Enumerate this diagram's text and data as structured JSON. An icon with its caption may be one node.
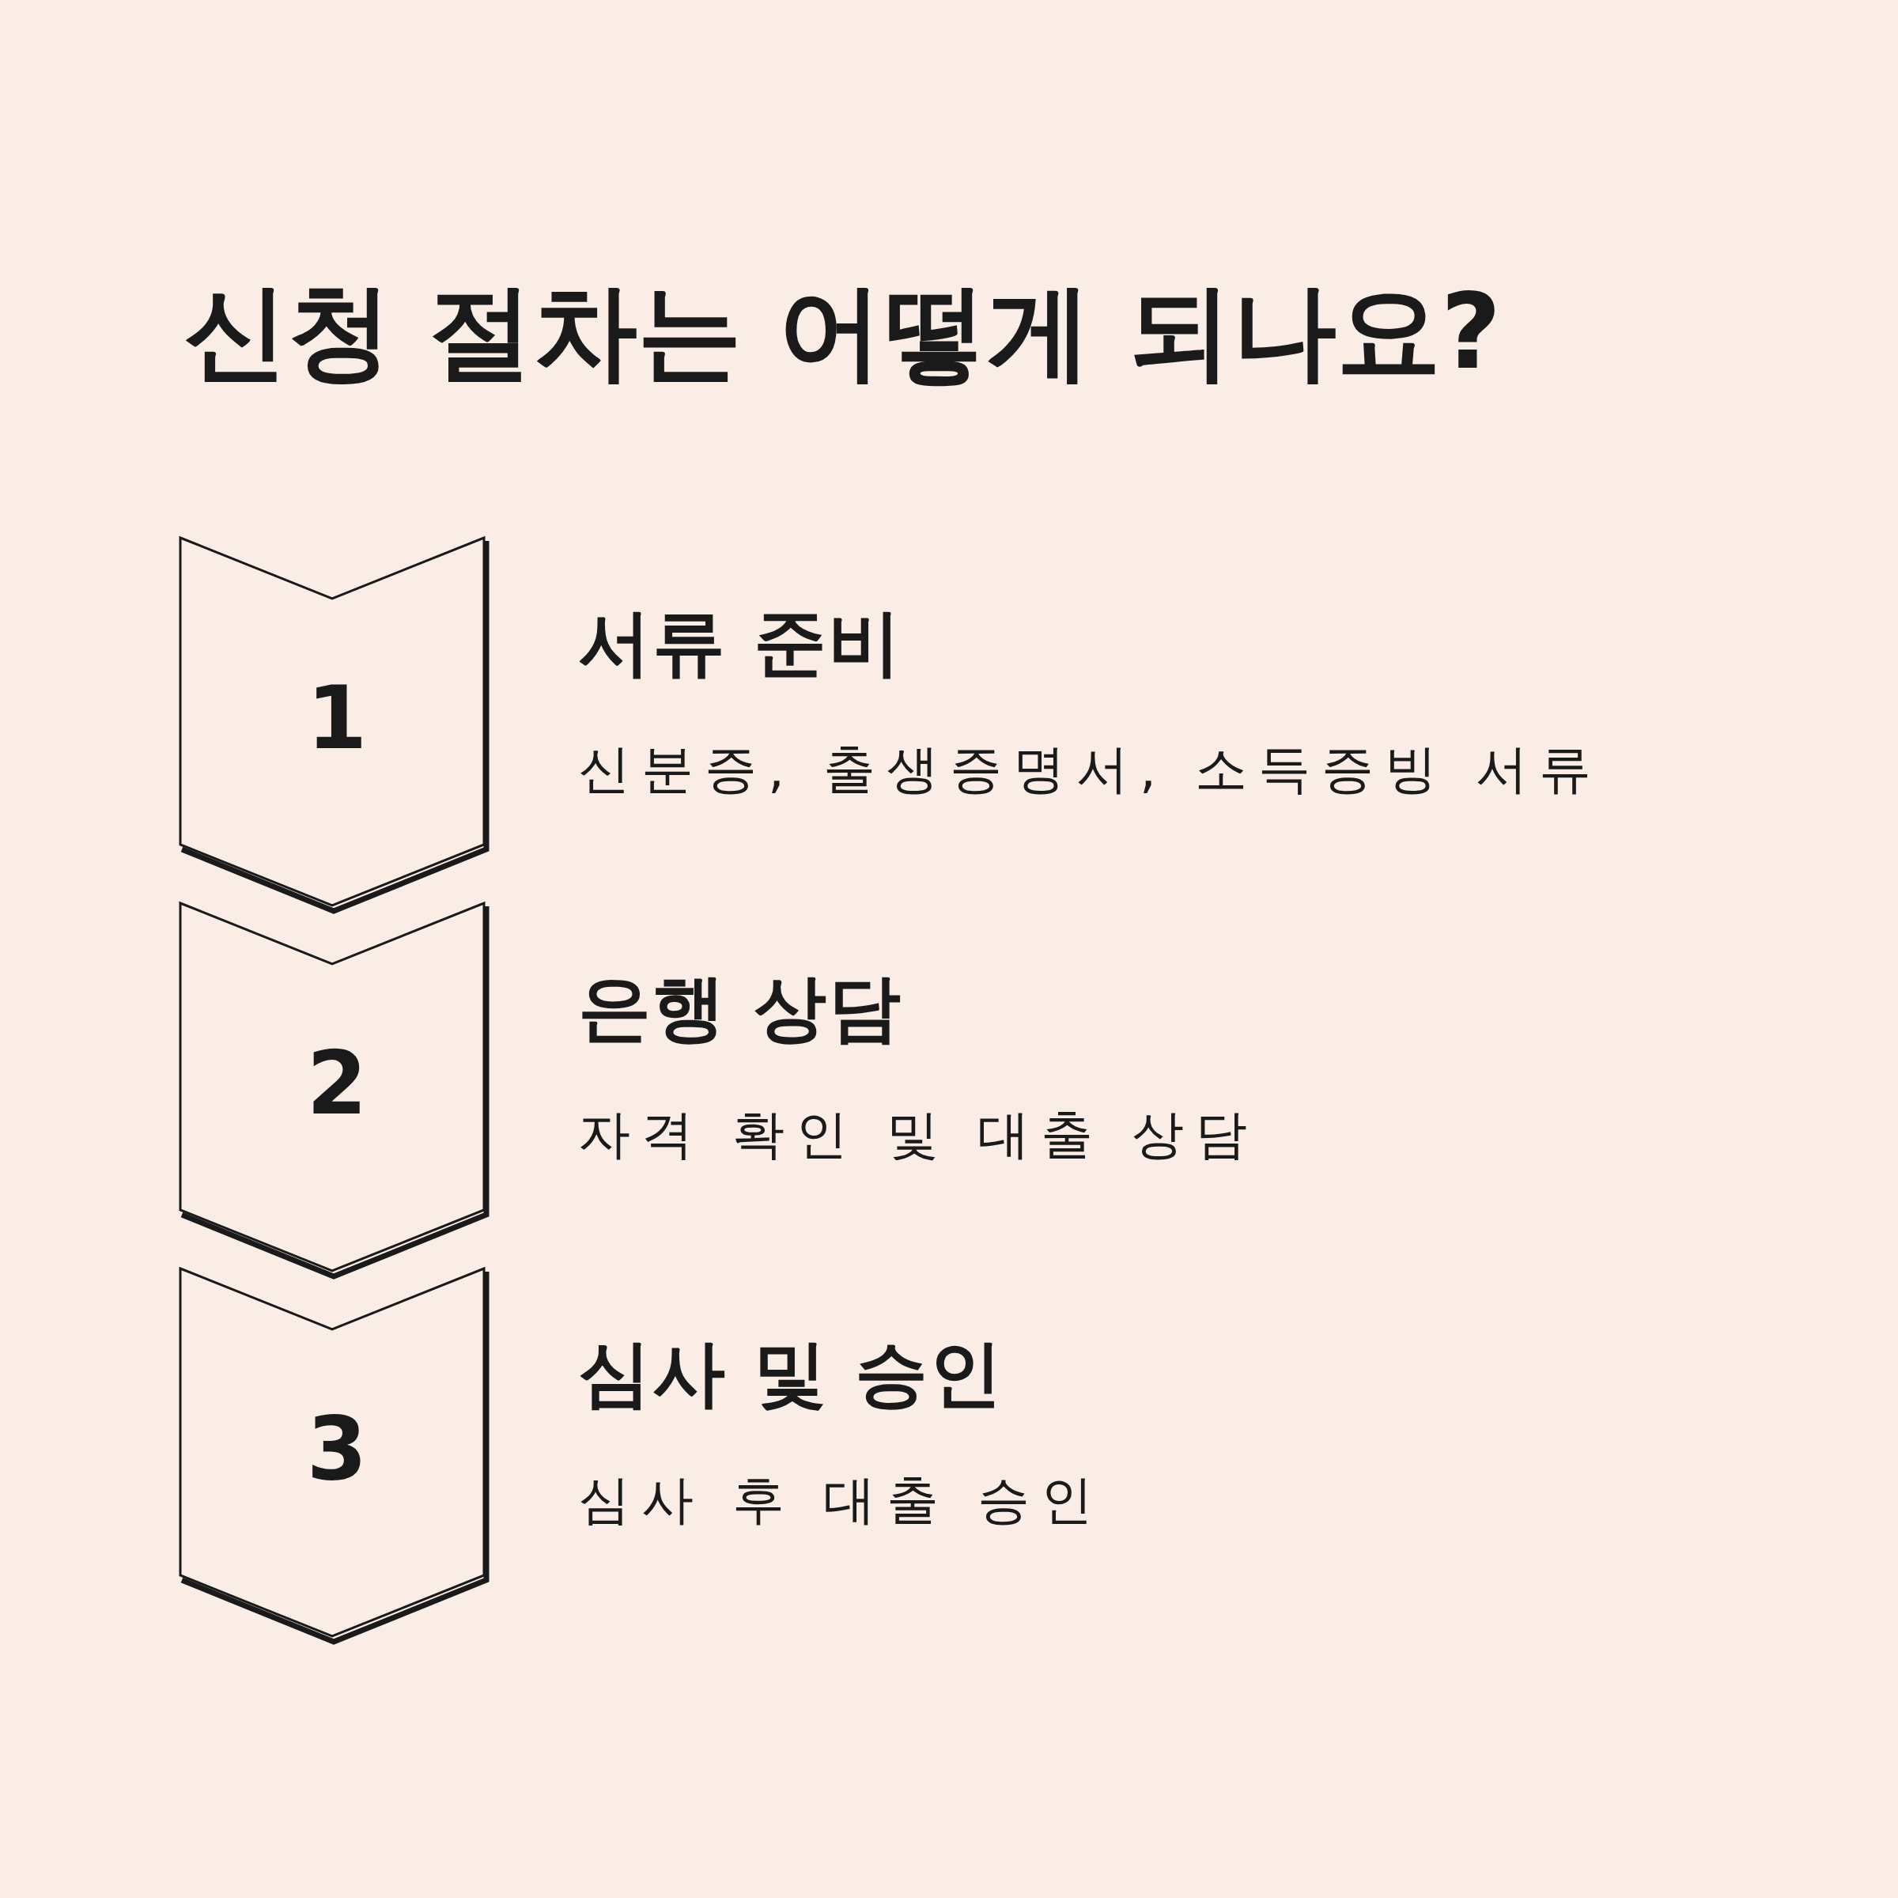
{
  "diagram": {
    "title": "신청 절차는 어떻게 되나요?",
    "nodes": [
      {
        "text": [
          "1"
        ],
        "beside": [
          "서류 준비",
          "신분증, 출생증명서, 소득증빙 서류"
        ]
      },
      {
        "text": [
          "2"
        ],
        "beside": [
          "은행 상담",
          "자격 확인 및 대출 상담"
        ]
      },
      {
        "text": [
          "3"
        ],
        "beside": [
          "심사 및 승인",
          "심사 후 대출 승인"
        ]
      }
    ]
  }
}
